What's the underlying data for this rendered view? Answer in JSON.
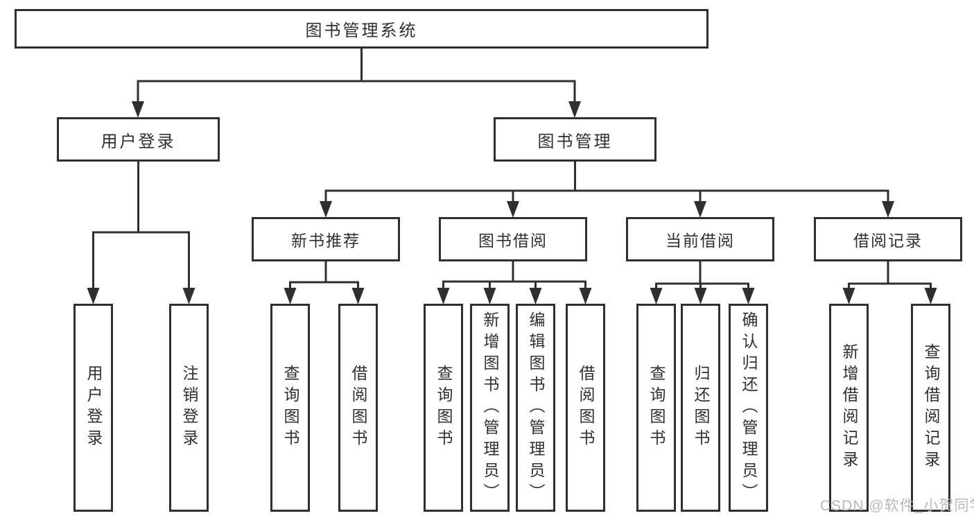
{
  "diagram": {
    "root": {
      "label": "图书管理系统"
    },
    "level2": [
      {
        "label": "用户登录"
      },
      {
        "label": "图书管理"
      }
    ],
    "level3": [
      {
        "label": "新书推荐"
      },
      {
        "label": "图书借阅"
      },
      {
        "label": "当前借阅"
      },
      {
        "label": "借阅记录"
      }
    ],
    "leaves": [
      {
        "label": "用户登录"
      },
      {
        "label": "注销登录"
      },
      {
        "label": "查询图书"
      },
      {
        "label": "借阅图书"
      },
      {
        "label": "查询图书"
      },
      {
        "label": "新增图书（管理员）"
      },
      {
        "label": "编辑图书（管理员）"
      },
      {
        "label": "借阅图书"
      },
      {
        "label": "查询图书"
      },
      {
        "label": "归还图书"
      },
      {
        "label": "确认归还（管理员）"
      },
      {
        "label": "新增借阅记录"
      },
      {
        "label": "查询借阅记录"
      }
    ],
    "watermark": "CSDN @软件_小贺同学",
    "colors": {
      "line": "#2f2f2f",
      "background": "#ffffff",
      "watermark": "#b8b8b8"
    }
  }
}
